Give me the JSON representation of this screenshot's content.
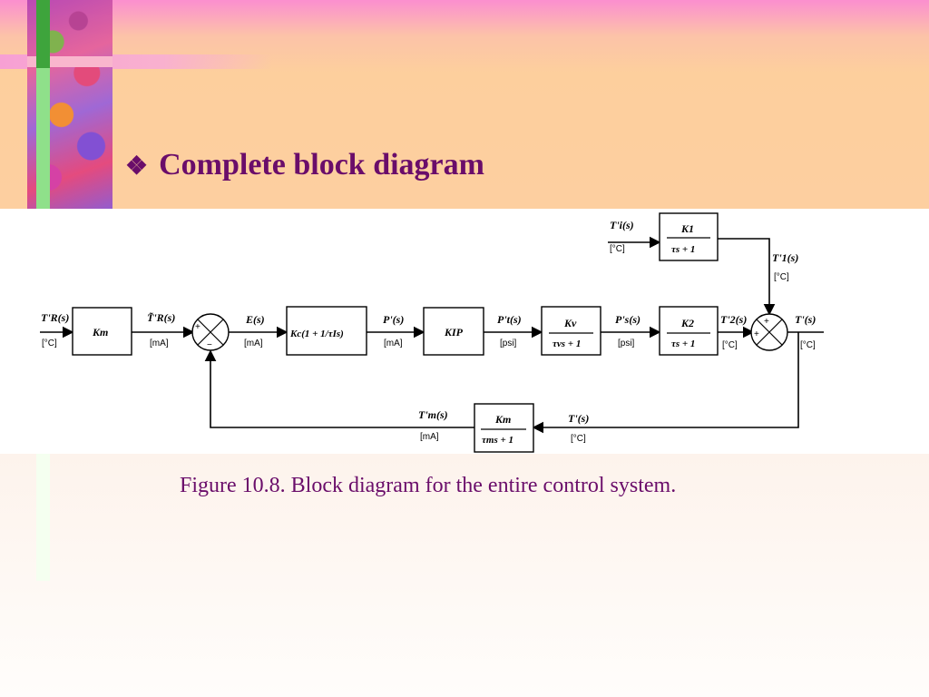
{
  "slide": {
    "title": "Complete block diagram",
    "bullet_icon": "diamond-cluster-icon",
    "caption": "Figure 10.8. Block diagram for the entire control system."
  },
  "diagram": {
    "blocks": {
      "km_sensor": "Km",
      "controller": "Kc(1 + 1/τIs)",
      "kip": "KIP",
      "valve_num": "Kv",
      "valve_den": "τvs + 1",
      "process_num": "K2",
      "process_den": "τs + 1",
      "load_num": "K1",
      "load_den": "τs + 1",
      "meas_num": "Km",
      "meas_den": "τms + 1"
    },
    "signals": {
      "tr_prime": "T'R(s)",
      "tr_unit": "[°C]",
      "tr_tilde": "T̃'R(s)",
      "tr_tilde_unit": "[mA]",
      "error": "E(s)",
      "error_unit": "[mA]",
      "p_prime": "P'(s)",
      "p_unit": "[mA]",
      "pt": "P't(s)",
      "pt_unit": "[psi]",
      "ps": "P's(s)",
      "ps_unit": "[psi]",
      "t2": "T'2(s)",
      "t2_unit": "[°C]",
      "t_out": "T'(s)",
      "t_out_unit": "[°C]",
      "ti": "T'i(s)",
      "ti_unit": "[°C]",
      "t1": "T'1(s)",
      "t1_unit": "[°C]",
      "tm": "T'm(s)",
      "tm_unit": "[mA]",
      "t_fb": "T'(s)",
      "t_fb_unit": "[°C]"
    },
    "summers": {
      "plus": "+",
      "minus": "−"
    }
  }
}
